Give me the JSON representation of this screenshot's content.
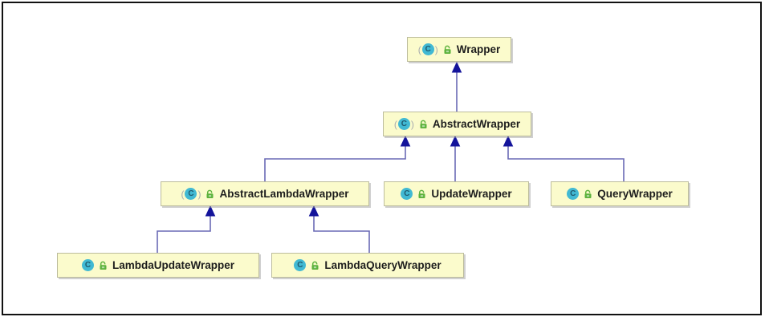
{
  "diagram": {
    "type": "uml-class-inheritance-diagram",
    "abstract_markers": [
      "(",
      ")"
    ],
    "icons": {
      "class_letter": "C",
      "class_icon": "teal-circle-c",
      "visibility_icon": "green-open-lock-public"
    },
    "colors": {
      "node_fill": "#fbfbcc",
      "node_border": "#bcbc9c",
      "edge_line": "#6a6ab5",
      "edge_arrowhead": "#14149b",
      "class_icon_bg": "#41b9d3",
      "lock_icon": "#5cb23c",
      "text": "#1d1d1d",
      "frame_border": "#111111"
    },
    "classes": [
      {
        "name": "Wrapper",
        "abstract": true,
        "visibility": "public"
      },
      {
        "name": "AbstractWrapper",
        "abstract": true,
        "visibility": "public"
      },
      {
        "name": "AbstractLambdaWrapper",
        "abstract": true,
        "visibility": "public"
      },
      {
        "name": "UpdateWrapper",
        "abstract": false,
        "visibility": "public"
      },
      {
        "name": "QueryWrapper",
        "abstract": false,
        "visibility": "public"
      },
      {
        "name": "LambdaUpdateWrapper",
        "abstract": false,
        "visibility": "public"
      },
      {
        "name": "LambdaQueryWrapper",
        "abstract": false,
        "visibility": "public"
      }
    ],
    "relations": [
      {
        "from": "AbstractWrapper",
        "to": "Wrapper",
        "type": "extends"
      },
      {
        "from": "AbstractLambdaWrapper",
        "to": "AbstractWrapper",
        "type": "extends"
      },
      {
        "from": "UpdateWrapper",
        "to": "AbstractWrapper",
        "type": "extends"
      },
      {
        "from": "QueryWrapper",
        "to": "AbstractWrapper",
        "type": "extends"
      },
      {
        "from": "LambdaUpdateWrapper",
        "to": "AbstractLambdaWrapper",
        "type": "extends"
      },
      {
        "from": "LambdaQueryWrapper",
        "to": "AbstractLambdaWrapper",
        "type": "extends"
      }
    ]
  }
}
